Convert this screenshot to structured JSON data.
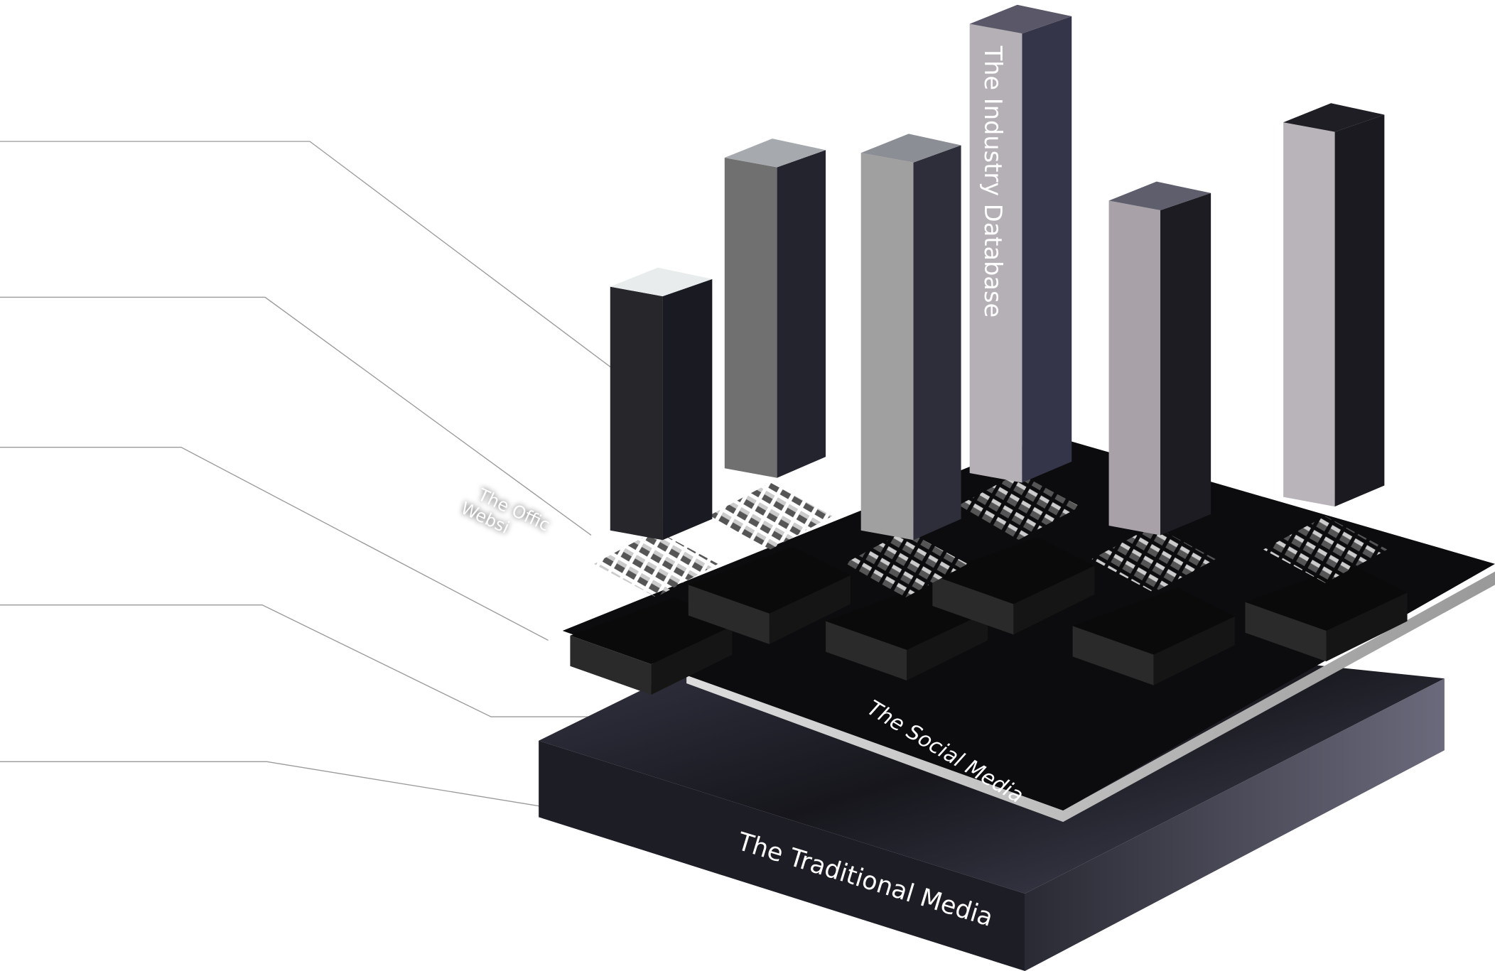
{
  "diagram": {
    "layers": {
      "base": "The Traditional Media",
      "platform": "The Social Media",
      "tallest_bar": "The Industry Database",
      "partial_label_line1": "The Offic",
      "partial_label_line2": "Websi"
    },
    "colors": {
      "base_top": "#2c2c3a",
      "platform_top": "#0c0c0f",
      "bar_dark": "#1c1c22",
      "leader_line": "#9a9a9a"
    }
  }
}
